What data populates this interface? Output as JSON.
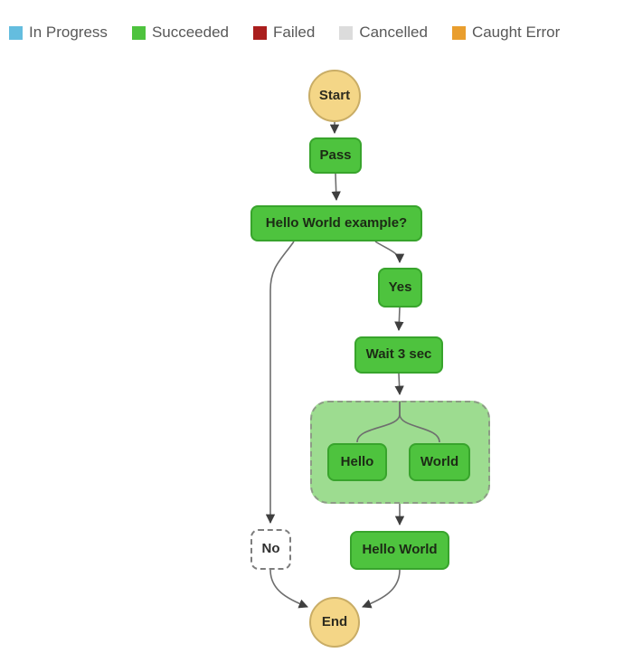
{
  "legend": {
    "items": [
      {
        "label": "In Progress",
        "color": "#64bddf"
      },
      {
        "label": "Succeeded",
        "color": "#4ec33e"
      },
      {
        "label": "Failed",
        "color": "#aa1e1d"
      },
      {
        "label": "Cancelled",
        "color": "#dcdcdc"
      },
      {
        "label": "Caught Error",
        "color": "#e99e2e"
      }
    ]
  },
  "graph": {
    "nodes": {
      "start": {
        "label": "Start",
        "type": "terminal"
      },
      "pass": {
        "label": "Pass",
        "status": "succeeded"
      },
      "choice": {
        "label": "Hello World example?",
        "status": "succeeded"
      },
      "yes": {
        "label": "Yes",
        "status": "succeeded"
      },
      "wait": {
        "label": "Wait 3 sec",
        "status": "succeeded"
      },
      "parallel": {
        "status": "succeeded"
      },
      "hello": {
        "label": "Hello",
        "status": "succeeded"
      },
      "world": {
        "label": "World",
        "status": "succeeded"
      },
      "hello_world": {
        "label": "Hello World",
        "status": "succeeded"
      },
      "no": {
        "label": "No",
        "status": "not-executed"
      },
      "end": {
        "label": "End",
        "type": "terminal"
      }
    }
  },
  "colors": {
    "succeeded_fill": "#4ec33e",
    "succeeded_border": "#38a42c",
    "parallel_fill": "#9ddc90",
    "terminal_fill": "#f4d687",
    "terminal_border": "#c9ad66",
    "not_executed_border": "#7d7d7d",
    "edge": "#6e6e6e",
    "arrowhead": "#3f3f3f",
    "legend_text": "#585858",
    "node_text": "#1c2a15"
  }
}
